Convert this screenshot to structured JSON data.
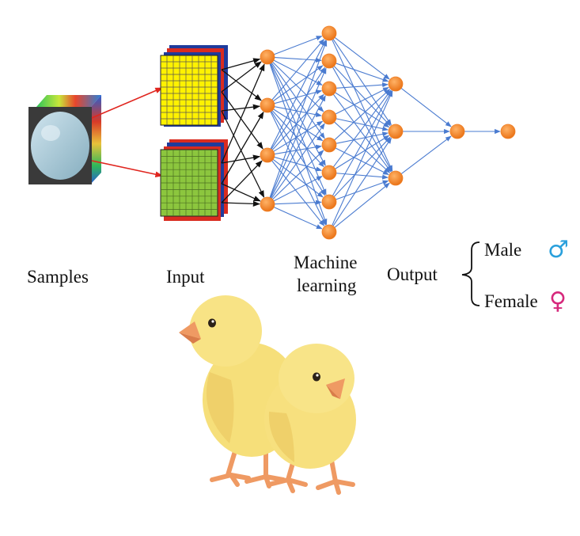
{
  "labels": {
    "samples": "Samples",
    "input": "Input",
    "ml_line1": "Machine",
    "ml_line2": "learning",
    "output": "Output",
    "male": "Male",
    "female": "Female"
  },
  "symbols": {
    "male": "♂",
    "female": "♀"
  },
  "network": {
    "layers": [
      4,
      8,
      3,
      1,
      1
    ]
  },
  "icons": {
    "samples": "hyperspectral-egg-cube-icon",
    "input_yellow": "yellow-feature-grid-stack-icon",
    "input_green": "green-feature-grid-stack-icon",
    "chicks": "two-chicks-illustration"
  },
  "colors": {
    "node": "#f07f24",
    "edge": "#4a7bd0",
    "male_symbol": "#2aa0dc",
    "female_symbol": "#d6297c",
    "sample_link": "#e0261f",
    "input_edge": "#111111",
    "grid_yellow": "#fff200",
    "grid_green": "#8cc63e",
    "chick_body": "#f6df7a",
    "chick_beak": "#ef9a63"
  }
}
